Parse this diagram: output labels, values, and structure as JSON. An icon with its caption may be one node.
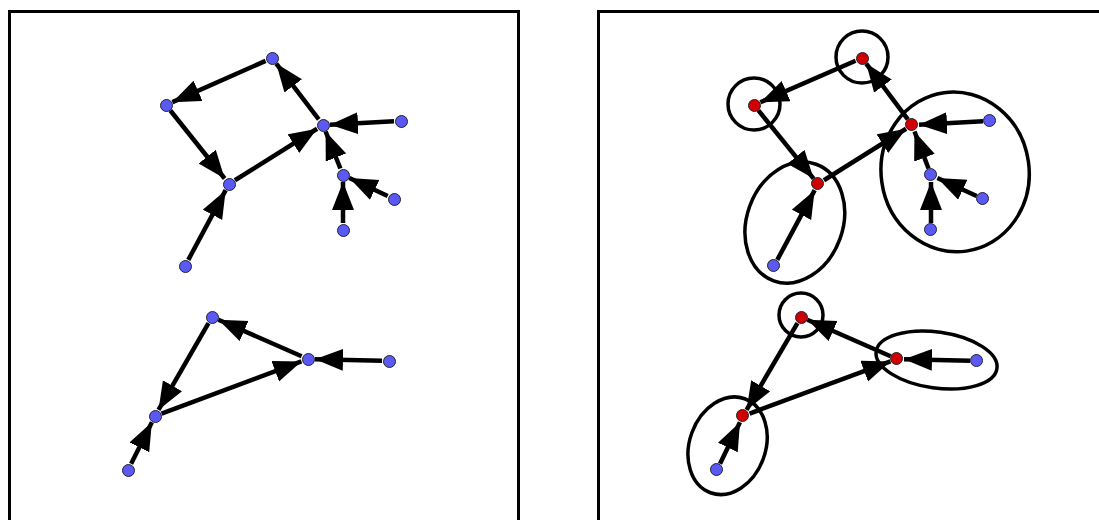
{
  "diagram": {
    "nodes": [
      {
        "text": [],
        "shape": "box"
      },
      {
        "text": [],
        "shape": "circle",
        "in": 0
      },
      {
        "text": [],
        "shape": "circle",
        "in": 0
      },
      {
        "text": [],
        "shape": "circle",
        "in": 0
      },
      {
        "text": [],
        "shape": "circle",
        "in": 0
      },
      {
        "text": [],
        "shape": "circle",
        "in": 0
      },
      {
        "text": [],
        "shape": "circle",
        "in": 0
      },
      {
        "text": [],
        "shape": "circle",
        "in": 0
      },
      {
        "text": [],
        "shape": "circle",
        "in": 0
      },
      {
        "text": [],
        "shape": "circle",
        "in": 0
      },
      {
        "text": [],
        "shape": "circle",
        "in": 0
      },
      {
        "text": [],
        "shape": "circle",
        "in": 0
      },
      {
        "text": [],
        "shape": "circle",
        "in": 0
      },
      {
        "text": [],
        "shape": "circle",
        "in": 0
      },
      {
        "text": [],
        "shape": "circle",
        "in": 0
      },
      {
        "text": [],
        "shape": "box"
      },
      {
        "text": [],
        "shape": "ellipse",
        "in": 15
      },
      {
        "text": [],
        "shape": "circle",
        "in": 16
      },
      {
        "text": [],
        "shape": "ellipse",
        "in": 15
      },
      {
        "text": [],
        "shape": "circle",
        "in": 18
      },
      {
        "text": [],
        "shape": "ellipse",
        "in": 15
      },
      {
        "text": [],
        "shape": "circle",
        "in": 20
      },
      {
        "text": [],
        "shape": "circle",
        "in": 20
      },
      {
        "text": [],
        "shape": "circle",
        "in": 20
      },
      {
        "text": [],
        "shape": "circle",
        "in": 20
      },
      {
        "text": [],
        "shape": "circle",
        "in": 20
      },
      {
        "text": [],
        "shape": "ellipse",
        "in": 15
      },
      {
        "text": [],
        "shape": "circle",
        "in": 26
      },
      {
        "text": [],
        "shape": "circle",
        "in": 26
      },
      {
        "text": [],
        "shape": "ellipse",
        "in": 15
      },
      {
        "text": [],
        "shape": "circle",
        "in": 29
      },
      {
        "text": [],
        "shape": "ellipse",
        "in": 15
      },
      {
        "text": [],
        "shape": "circle",
        "in": 31
      },
      {
        "text": [],
        "shape": "circle",
        "in": 31
      },
      {
        "text": [],
        "shape": "ellipse",
        "in": 15
      },
      {
        "text": [],
        "shape": "circle",
        "in": 34
      },
      {
        "text": [],
        "shape": "circle",
        "in": 34
      }
    ],
    "edges": [
      {
        "from": 1,
        "to": 2,
        "arrow": "to"
      },
      {
        "from": 2,
        "to": 5,
        "arrow": "to"
      },
      {
        "from": 5,
        "to": 3,
        "arrow": "to"
      },
      {
        "from": 3,
        "to": 1,
        "arrow": "to"
      },
      {
        "from": 4,
        "to": 3,
        "arrow": "to"
      },
      {
        "from": 6,
        "to": 3,
        "arrow": "to"
      },
      {
        "from": 7,
        "to": 6,
        "arrow": "to"
      },
      {
        "from": 8,
        "to": 6,
        "arrow": "to"
      },
      {
        "from": 9,
        "to": 5,
        "arrow": "to"
      },
      {
        "from": 11,
        "to": 10,
        "arrow": "to"
      },
      {
        "from": 10,
        "to": 13,
        "arrow": "to"
      },
      {
        "from": 13,
        "to": 11,
        "arrow": "to"
      },
      {
        "from": 12,
        "to": 11,
        "arrow": "to"
      },
      {
        "from": 14,
        "to": 13,
        "arrow": "to"
      },
      {
        "from": 17,
        "to": 19,
        "arrow": "to"
      },
      {
        "from": 19,
        "to": 27,
        "arrow": "to"
      },
      {
        "from": 27,
        "to": 21,
        "arrow": "to"
      },
      {
        "from": 21,
        "to": 17,
        "arrow": "to"
      },
      {
        "from": 22,
        "to": 21,
        "arrow": "to"
      },
      {
        "from": 23,
        "to": 21,
        "arrow": "to"
      },
      {
        "from": 24,
        "to": 23,
        "arrow": "to"
      },
      {
        "from": 25,
        "to": 23,
        "arrow": "to"
      },
      {
        "from": 28,
        "to": 27,
        "arrow": "to"
      },
      {
        "from": 32,
        "to": 30,
        "arrow": "to"
      },
      {
        "from": 30,
        "to": 35,
        "arrow": "to"
      },
      {
        "from": 35,
        "to": 32,
        "arrow": "to"
      },
      {
        "from": 33,
        "to": 32,
        "arrow": "to"
      },
      {
        "from": 36,
        "to": 35,
        "arrow": "to"
      }
    ]
  }
}
